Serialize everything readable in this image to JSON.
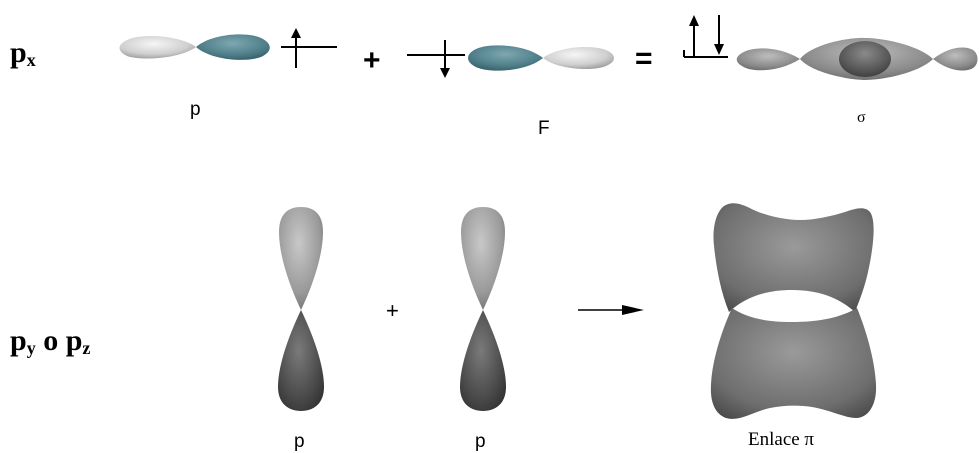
{
  "labels": {
    "px_base": "p",
    "px_sub": "x",
    "pypz_base1": "p",
    "pypz_sub1": "y",
    "pypz_o": "o",
    "pypz_base2": "p",
    "pypz_sub2": "z"
  },
  "captions": {
    "p_left_top": "p",
    "p_right_top": "F",
    "sigma": "σ",
    "p_left_bottom": "p",
    "p_right_bottom": "p",
    "pi_bond": "Enlace π"
  },
  "operators": {
    "plus_top": "+",
    "equals_top": "=",
    "plus_bottom": "+"
  },
  "colors": {
    "lobe_light": "#d4d4d4",
    "lobe_teal": "#4f7f8a",
    "lobe_dark": "#4a4a4a",
    "pi_fill": "#6e6e6e"
  }
}
